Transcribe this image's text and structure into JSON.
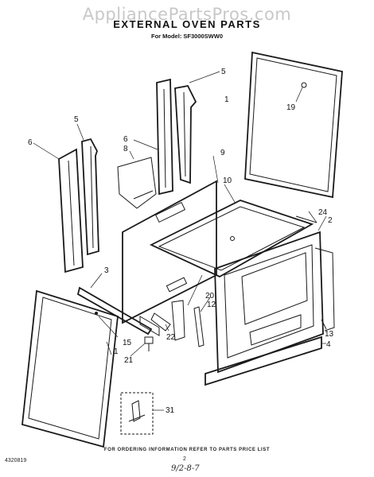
{
  "watermark": "AppliancePartsPros.com",
  "header": {
    "title": "EXTERNAL OVEN PARTS",
    "model_line": "For Model: SF3000SWW0"
  },
  "callouts": [
    "1",
    "1",
    "2",
    "3",
    "4",
    "5",
    "5",
    "6",
    "6",
    "8",
    "9",
    "10",
    "12",
    "13",
    "15",
    "19",
    "20",
    "21",
    "22",
    "24",
    "31"
  ],
  "footer": {
    "ordering_note": "FOR ORDERING INFORMATION REFER TO PARTS PRICE LIST",
    "page_number": "2",
    "document_id": "4320819",
    "date_code": "9/2-8-7"
  }
}
